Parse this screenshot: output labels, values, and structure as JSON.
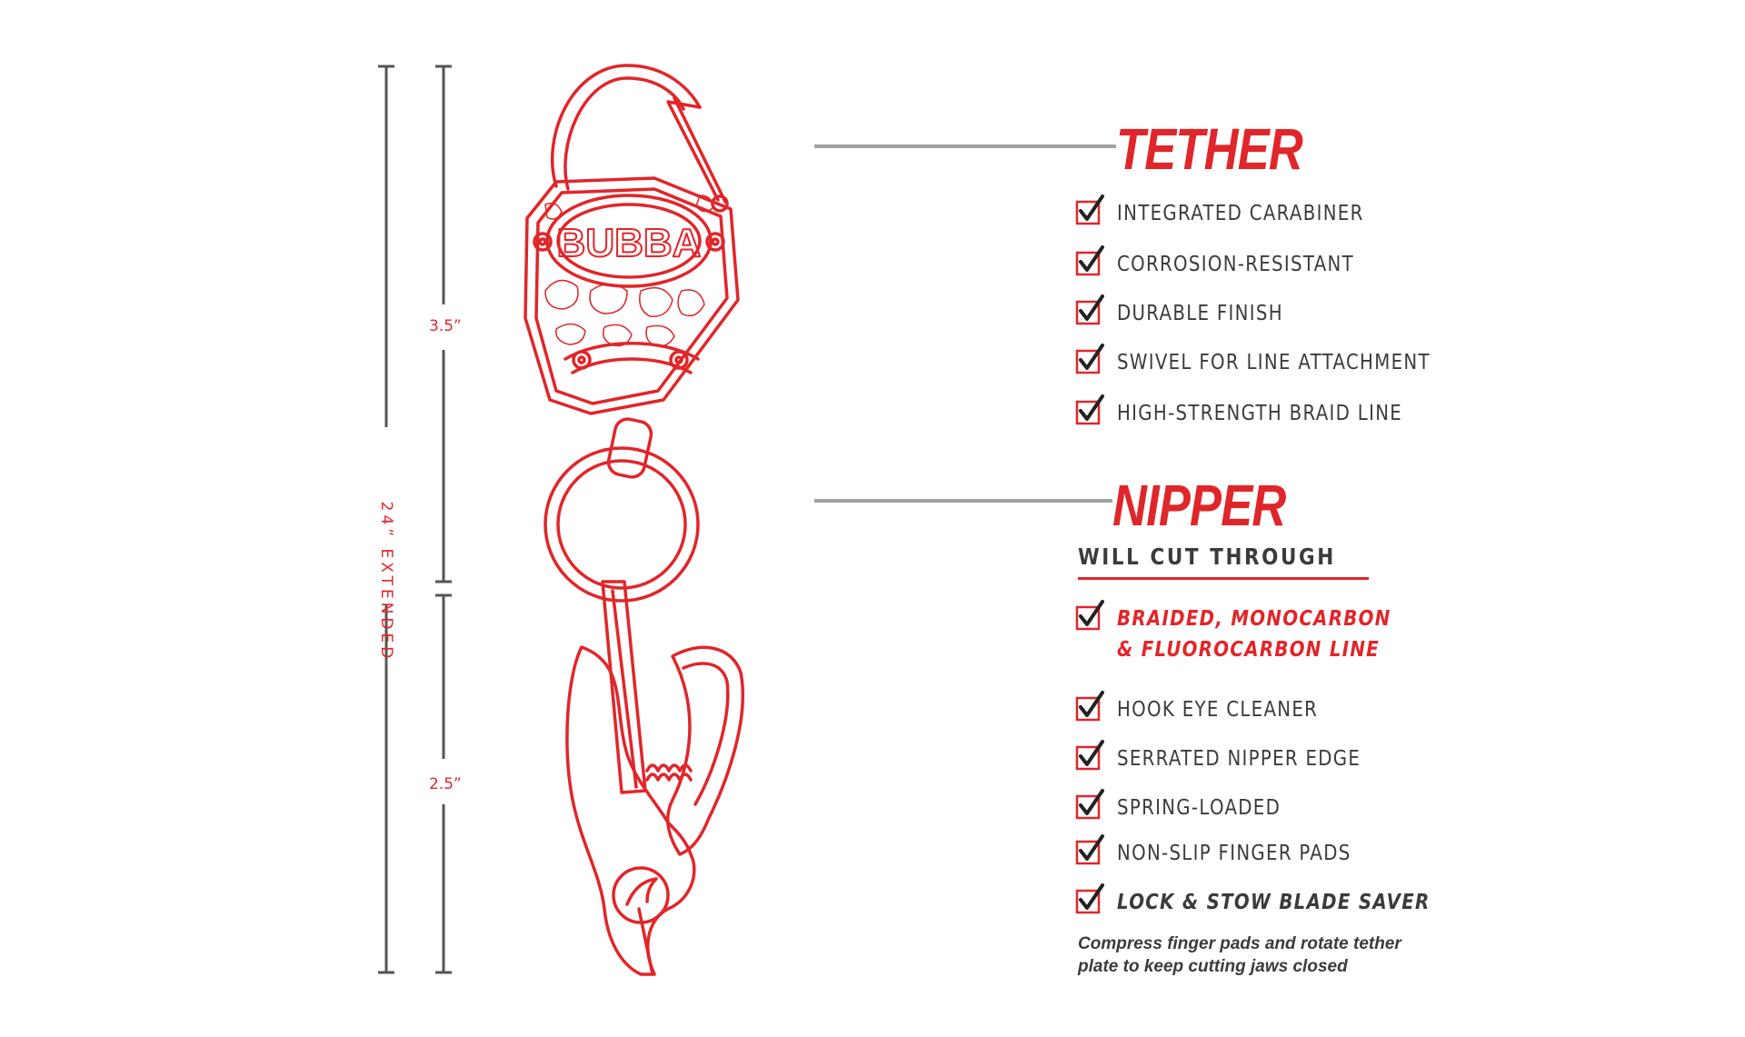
{
  "brand": {
    "logo_text": "BUBBA",
    "accent_color": "#e0262a",
    "line_color": "#3b3b3b"
  },
  "dimensions": {
    "total": "24” EXTENDED",
    "top": "3.5”",
    "bottom": "2.5”"
  },
  "tether": {
    "heading": "TETHER",
    "features": [
      {
        "label": "INTEGRATED CARABINER"
      },
      {
        "label": "CORROSION-RESISTANT"
      },
      {
        "label": "DURABLE FINISH"
      },
      {
        "label": "SWIVEL FOR LINE ATTACHMENT"
      },
      {
        "label": "HIGH-STRENGTH BRAID LINE"
      }
    ]
  },
  "nipper": {
    "heading": "NIPPER",
    "subheading": "WILL CUT THROUGH",
    "cut_line": [
      "BRAIDED, MONOCARBON",
      "& FLUOROCARBON LINE"
    ],
    "features": [
      {
        "label": "HOOK EYE CLEANER"
      },
      {
        "label": "SERRATED NIPPER EDGE"
      },
      {
        "label": "SPRING-LOADED"
      },
      {
        "label": "NON-SLIP FINGER PADS"
      },
      {
        "label": "LOCK & STOW BLADE SAVER"
      }
    ],
    "note": [
      "Compress finger pads and rotate tether",
      "plate to keep cutting jaws closed"
    ]
  },
  "icons": [
    "checkbox-check-icon"
  ]
}
